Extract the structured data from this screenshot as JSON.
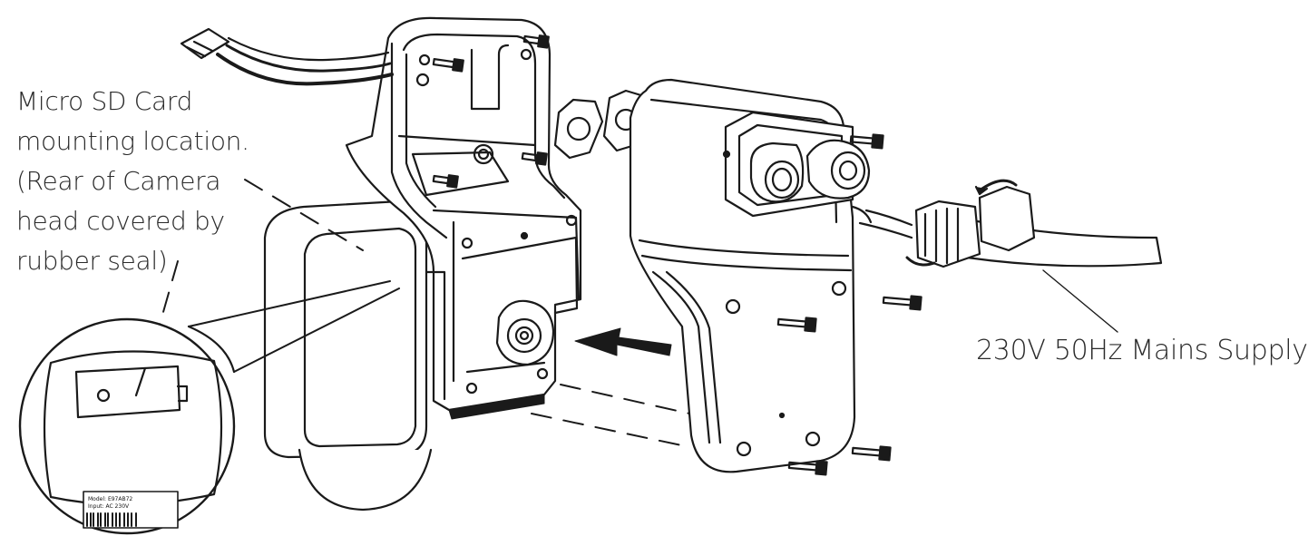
{
  "labels": {
    "sd_card": [
      "Micro SD Card",
      "mounting location.",
      "(Rear of Camera",
      "head covered by",
      "rubber seal)"
    ],
    "mains_supply": "230V 50Hz Mains Supply"
  },
  "rating_plate": {
    "model": "Model: E97AB72",
    "input": "Input: AC 230V"
  },
  "colors": {
    "line": "#1a1a1a",
    "label_text": "#2a2a2a",
    "background": "#ffffff"
  }
}
